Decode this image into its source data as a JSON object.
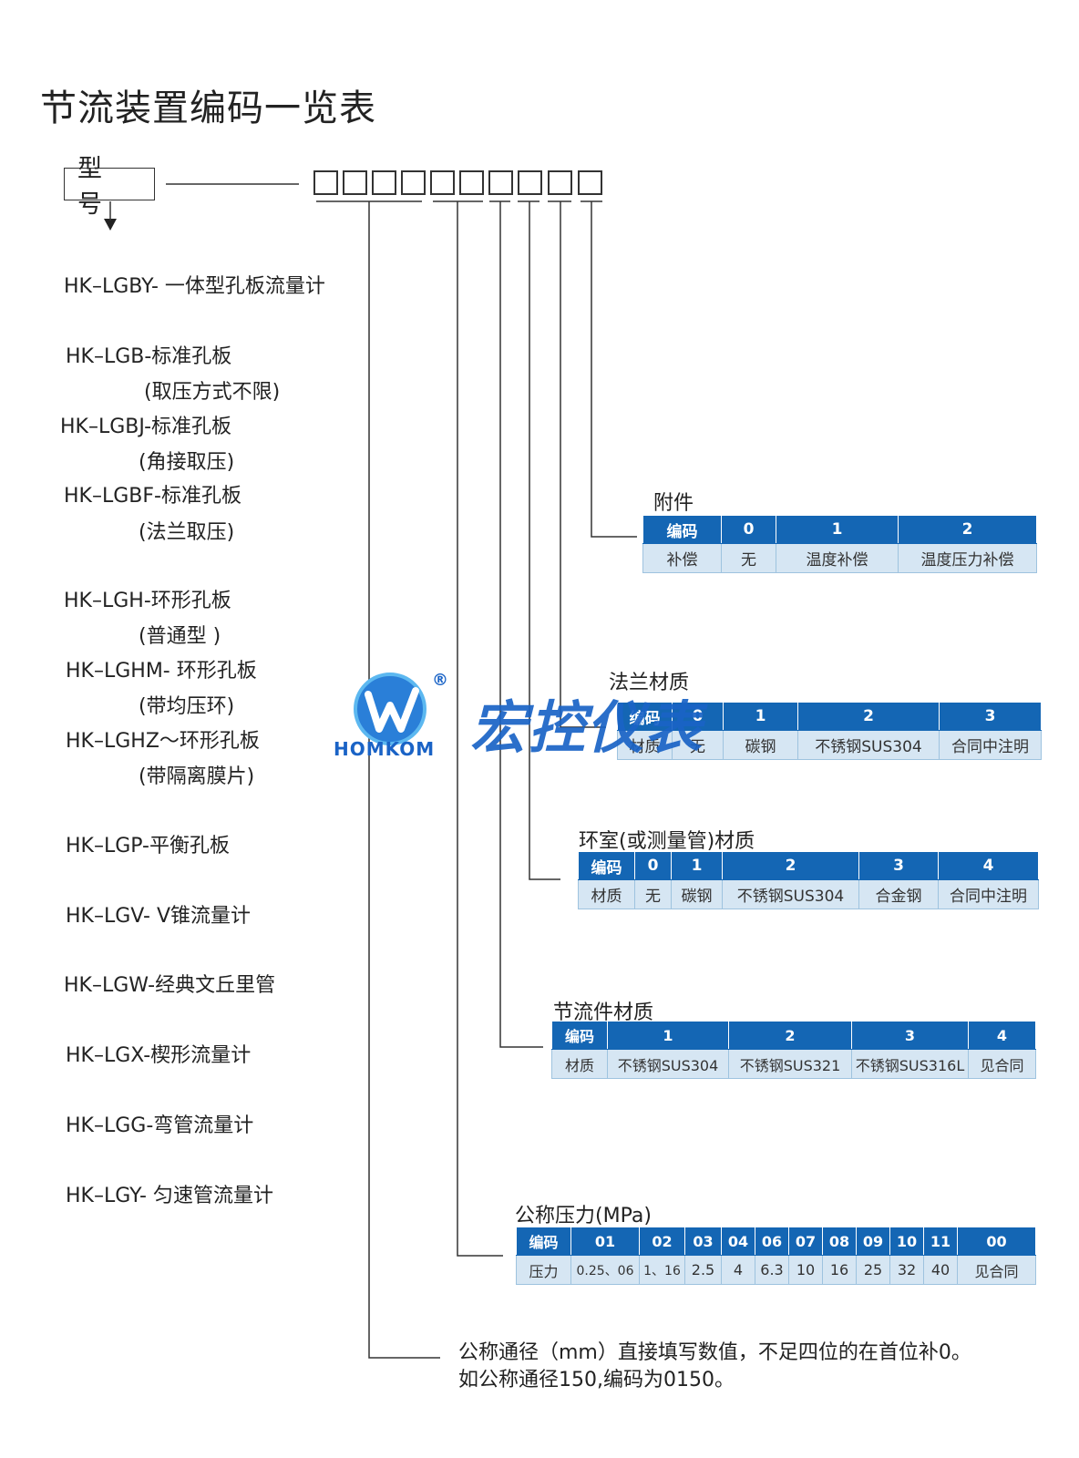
{
  "title": "节流装置编码一览表",
  "model_label": "型 号",
  "models": [
    "HK–LGBY- 一体型孔板流量计",
    "HK–LGB-标准孔板",
    "(取压方式不限)",
    "HK–LGBJ-标准孔板",
    "(角接取压)",
    "HK–LGBF-标准孔板",
    "(法兰取压)",
    "HK–LGH-环形孔板",
    "(普通型 )",
    "HK–LGHM- 环形孔板",
    "(带均压环)",
    "HK–LGHZ～环形孔板",
    "(带隔离膜片)",
    "HK–LGP-平衡孔板",
    "HK–LGV- V锥流量计",
    "HK–LGW-经典文丘里管",
    "HK–LGX-楔形流量计",
    "HK–LGG-弯管流量计",
    "HK–LGY- 匀速管流量计"
  ],
  "logo": {
    "brand_en": "HOMKOM",
    "brand_cn": "宏控仪表",
    "registered": "®",
    "colors": {
      "blue": "#1a63c6",
      "light_blue": "#3aa0e6"
    }
  },
  "sections": {
    "accessory": {
      "title": "附件",
      "header": [
        "编码",
        "0",
        "1",
        "2"
      ],
      "row": [
        "补偿",
        "无",
        "温度补偿",
        "温度压力补偿"
      ]
    },
    "flange": {
      "title": "法兰材质",
      "header": [
        "编码",
        "0",
        "1",
        "2",
        "3"
      ],
      "row": [
        "材质",
        "无",
        "碳钢",
        "不锈钢SUS304",
        "合同中注明"
      ]
    },
    "ring": {
      "title": "环室(或测量管)材质",
      "header": [
        "编码",
        "0",
        "1",
        "2",
        "3",
        "4"
      ],
      "row": [
        "材质",
        "无",
        "碳钢",
        "不锈钢SUS304",
        "合金钢",
        "合同中注明"
      ]
    },
    "throttle": {
      "title": "节流件材质",
      "header": [
        "编码",
        "1",
        "2",
        "3",
        "4"
      ],
      "row": [
        "材质",
        "不锈钢SUS304",
        "不锈钢SUS321",
        "不锈钢SUS316L",
        "见合同"
      ]
    },
    "pressure": {
      "title": "公称压力(MPa)",
      "header": [
        "编码",
        "01",
        "02",
        "03",
        "04",
        "06",
        "07",
        "08",
        "09",
        "10",
        "11",
        "00"
      ],
      "row": [
        "压力",
        "0.25、06",
        "1、16",
        "2.5",
        "4",
        "6.3",
        "10",
        "16",
        "25",
        "32",
        "40",
        "见合同"
      ]
    }
  },
  "footer": {
    "line1": "公称通径（mm）直接填写数值，不足四位的在首位补0。",
    "line2": "如公称通径150,编码为0150。"
  },
  "colors": {
    "header_bg": "#1466b4",
    "row_bg": "#d6e6f3",
    "border": "#9ec3df"
  }
}
